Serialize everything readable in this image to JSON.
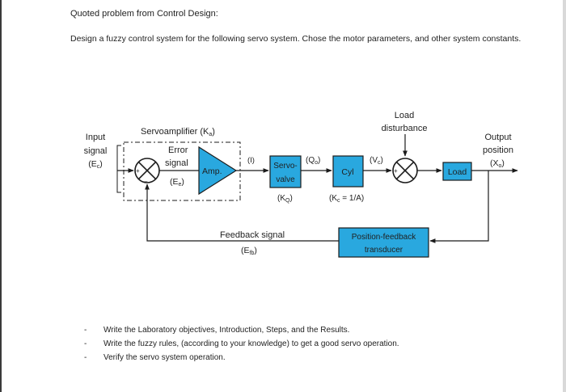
{
  "document": {
    "heading": "Quoted problem from Control Design:",
    "problem_statement": "Design a fuzzy control system for the following servo system.  Chose the motor parameters, and other system constants."
  },
  "diagram": {
    "input_label": [
      "Input",
      "signal",
      "(E",
      "c",
      ")"
    ],
    "servoamplifier_label": [
      "Servoamplifier (K",
      "a",
      ")"
    ],
    "error_signal_label": [
      "Error",
      "signal",
      "(E",
      "e",
      ")"
    ],
    "amp_label": "Amp.",
    "current_label": "(I)",
    "servo_valve_label": [
      "Servo-",
      "valve"
    ],
    "servo_valve_gain": [
      "(K",
      "Q",
      ")"
    ],
    "flow_label": [
      "(Q",
      "o",
      ")"
    ],
    "cyl_label": "Cyl",
    "cyl_gain": [
      "(K",
      "c",
      " = 1/A)"
    ],
    "velocity_label": [
      "(V",
      "c",
      ")"
    ],
    "load_disturbance_label": [
      "Load",
      "disturbance"
    ],
    "load_label": "Load",
    "output_label": [
      "Output",
      "position",
      "(X",
      "o",
      ")"
    ],
    "feedback_signal_label": [
      "Feedback signal",
      "(E",
      "fb",
      ")"
    ],
    "transducer_label": [
      "Position-feedback",
      "transducer"
    ],
    "summing_signs": [
      "+",
      "–",
      "+"
    ],
    "colors": {
      "block_fill": "#29a8df",
      "block_stroke": "#1b1b1b",
      "line": "#1b1b1b"
    }
  },
  "tasks": {
    "bullet": "-",
    "items": [
      "Write the Laboratory objectives, Introduction, Steps, and the Results.",
      "Write the fuzzy rules, (according to your knowledge) to get a good servo operation.",
      "Verify the servo system operation."
    ]
  }
}
